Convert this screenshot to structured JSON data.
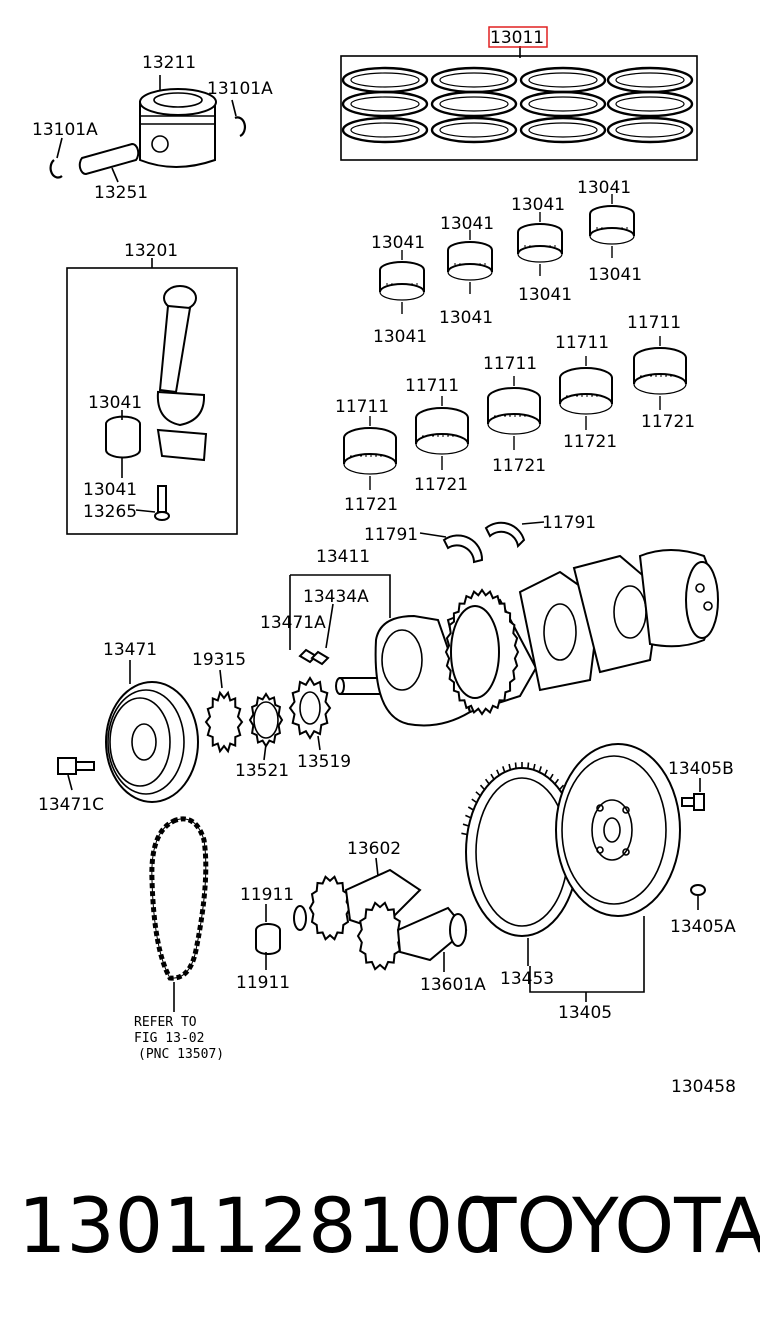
{
  "diagram": {
    "highlight_color": "#e02020",
    "labels": {
      "piston_ring_set": "13011",
      "piston": "13211",
      "snap_ring_right": "13101A",
      "snap_ring_left": "13101A",
      "piston_pin": "13251",
      "conrod_assembly": "13201",
      "conrod_bearing_upper": "13041",
      "conrod_bearing_lower": "13041",
      "conrod_bolt": "13265",
      "bearing_b1_top": "13041",
      "bearing_b1_bottom": "13041",
      "bearing_b2_top": "13041",
      "bearing_b2_bottom": "13041",
      "bearing_b3_top": "13041",
      "bearing_b3_bottom": "13041",
      "bearing_b4_top": "13041",
      "bearing_b4_bottom": "13041",
      "main_bearing_m1_top": "11711",
      "main_bearing_m1_bottom": "11721",
      "main_bearing_m2_top": "11711",
      "main_bearing_m2_bottom": "11721",
      "main_bearing_m3_top": "11711",
      "main_bearing_m3_bottom": "11721",
      "main_bearing_m4_top": "11711",
      "main_bearing_m4_bottom": "11721",
      "main_bearing_m5_top": "11711",
      "main_bearing_m5_bottom": "11721",
      "thrust_washer_left": "11791",
      "thrust_washer_right": "11791",
      "crankshaft_assembly": "13411",
      "crank_key_group": "13434A",
      "crank_key": "13471A",
      "crank_pulley": "13471",
      "pulley_bolt": "13471C",
      "sensor_plate": "19315",
      "oil_pump_gear": "13521",
      "timing_sprocket": "13519",
      "balance_shaft_assy": "13602",
      "balance_bearing_top": "11911",
      "balance_bearing_bottom": "11911",
      "balance_shaft": "13601A",
      "flywheel_bolt": "13405B",
      "flywheel_plug": "13405A",
      "ring_gear": "13453",
      "flywheel_assembly": "13405",
      "refer_line1": "REFER TO",
      "refer_line2": "FIG 13-02",
      "refer_line3": "(PNC 13507)",
      "illustration_number": "130458"
    }
  },
  "footer": {
    "part_number": "1301128100",
    "brand": "TOYOTA"
  }
}
